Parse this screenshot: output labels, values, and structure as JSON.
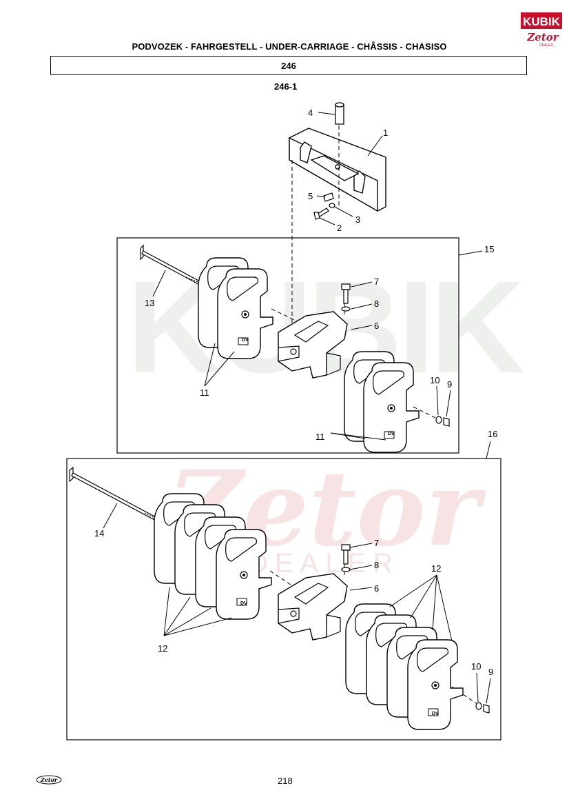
{
  "header": {
    "title": "PODVOZEK - FAHRGESTELL - UNDER-CARRIAGE - CHÂSSIS - CHASISO",
    "section": "246",
    "figure_id": "246-1"
  },
  "logo": {
    "brand": "KUBIK",
    "sub_brand": "Zetor",
    "sub_text": "DEALER"
  },
  "footer": {
    "page_number": "218",
    "logo_text": "Zetor"
  },
  "watermark": {
    "text": "KUBIK",
    "script_text": "Zetor",
    "sub_text": "DEALER"
  },
  "callouts": {
    "c1": "1",
    "c2": "2",
    "c3": "3",
    "c4": "4",
    "c5": "5",
    "c6a": "6",
    "c7a": "7",
    "c8a": "8",
    "c9a": "9",
    "c10a": "10",
    "c11a": "11",
    "c11b": "11",
    "c13": "13",
    "c15": "15",
    "c6b": "6",
    "c7b": "7",
    "c8b": "8",
    "c9b": "9",
    "c10b": "10",
    "c12a": "12",
    "c12b": "12",
    "c14": "14",
    "c16": "16"
  },
  "weight_plate_marking": "DV",
  "colors": {
    "line": "#000000",
    "watermark_red": "#f7d9d9",
    "watermark_gray": "#eef0ee",
    "logo_red": "#c8102e"
  }
}
